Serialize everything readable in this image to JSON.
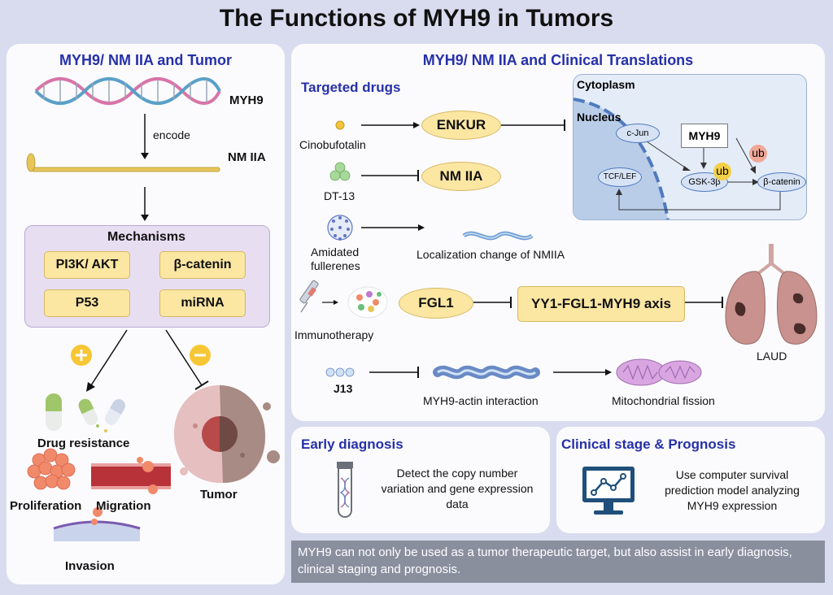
{
  "title": "The Functions of MYH9 in Tumors",
  "left_panel": {
    "title": "MYH9/ NM IIA and Tumor",
    "myh9_label": "MYH9",
    "encode_label": "encode",
    "nm2a_label": "NM IIA",
    "mechanisms_title": "Mechanisms",
    "mechanisms": [
      "PI3K/ AKT",
      "β-catenin",
      "P53",
      "miRNA"
    ],
    "outcomes": {
      "drug_resistance": "Drug resistance",
      "proliferation": "Proliferation",
      "migration": "Migration",
      "invasion": "Invasion",
      "tumor": "Tumor"
    }
  },
  "right_panel": {
    "title": "MYH9/ NM IIA and Clinical Translations",
    "targeted_drugs_title": "Targeted drugs",
    "drugs": {
      "cinobufotalin": "Cinobufotalin",
      "enkur": "ENKUR",
      "dt13": "DT-13",
      "nm2a": "NM IIA",
      "fullerenes": "Amidated\nfullerenes",
      "localization": "Localization change of NMIIA",
      "immunotherapy": "Immunotherapy",
      "fgl1": "FGL1",
      "axis": "YY1-FGL1-MYH9 axis",
      "laud": "LAUD",
      "j13": "J13",
      "actin": "MYH9-actin interaction",
      "fission": "Mitochondrial fission"
    },
    "cell": {
      "cytoplasm": "Cytoplasm",
      "nucleus": "Nucleus",
      "cjun": "c-Jun",
      "myh9": "MYH9",
      "ub1": "ub",
      "ub2": "ub",
      "tcf": "TCF/LEF",
      "gsk": "GSK-3β",
      "bcat": "β-catenin"
    }
  },
  "early_diagnosis": {
    "title": "Early diagnosis",
    "text": "Detect the copy number variation and gene expression data"
  },
  "clinical_stage": {
    "title": "Clinical stage & Prognosis",
    "text": "Use computer survival prediction model analyzing MYH9 expression"
  },
  "footer": "MYH9 can not only be used as a tumor therapeutic target, but also assist in early diagnosis, clinical staging and prognosis.",
  "colors": {
    "background": "#d9dcef",
    "panel": "#fbfbfd",
    "title_blue": "#2630a8",
    "pill": "#fbe6a2",
    "footer": "#8a8f9e"
  }
}
